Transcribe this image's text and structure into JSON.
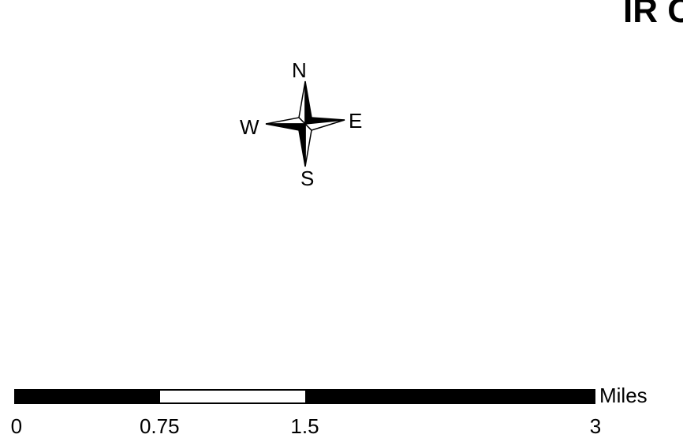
{
  "map": {
    "title_fragment": "IR C"
  },
  "compass": {
    "north": "N",
    "south": "S",
    "east": "E",
    "west": "W"
  },
  "scale_bar": {
    "unit": "Miles",
    "ticks": [
      {
        "label": "0",
        "value": 0
      },
      {
        "label": "0.75",
        "value": 0.75
      },
      {
        "label": "1.5",
        "value": 1.5
      },
      {
        "label": "3",
        "value": 3
      }
    ],
    "segments": [
      {
        "from": 0,
        "to": 0.75,
        "fill": "black"
      },
      {
        "from": 0.75,
        "to": 1.5,
        "fill": "white"
      },
      {
        "from": 1.5,
        "to": 3,
        "fill": "black"
      }
    ]
  },
  "colors": {
    "ink": "#000000",
    "paper": "#ffffff"
  }
}
